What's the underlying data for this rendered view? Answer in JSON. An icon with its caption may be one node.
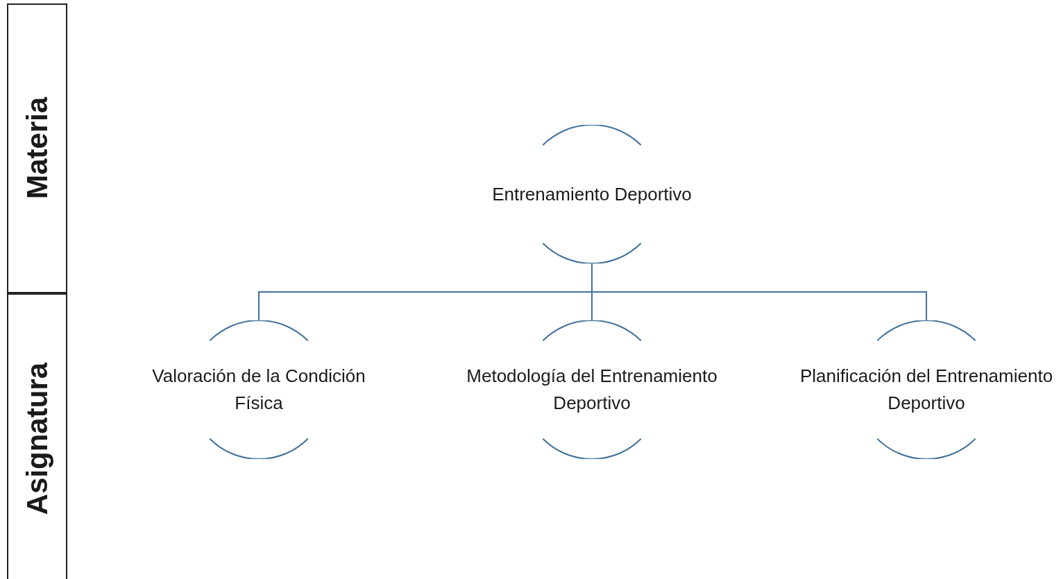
{
  "diagram": {
    "nodes": [
      {
        "text": [
          "Materia"
        ]
      },
      {
        "text": [
          "Asignatura"
        ]
      },
      {
        "text": [
          "Entrenamiento Deportivo"
        ]
      },
      {
        "text": [
          "Valoración de la Condición Física"
        ]
      },
      {
        "text": [
          "Metodología del Entrenamiento Deportivo"
        ]
      },
      {
        "text": [
          "Planificación del Entrenamiento Deportivo"
        ]
      }
    ],
    "edges": [
      {
        "from": 2,
        "to": 3,
        "arrow": "none"
      },
      {
        "from": 2,
        "to": 4,
        "arrow": "none"
      },
      {
        "from": 2,
        "to": 5,
        "arrow": "none"
      }
    ]
  }
}
